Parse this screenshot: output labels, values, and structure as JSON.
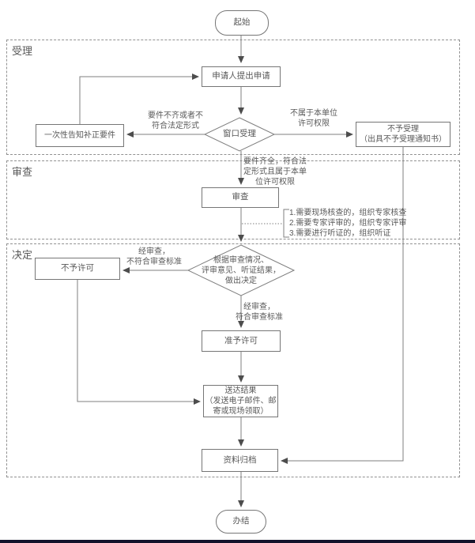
{
  "sections": {
    "accept": {
      "label": "受理"
    },
    "review": {
      "label": "审查"
    },
    "decide": {
      "label": "决定"
    }
  },
  "nodes": {
    "start": "起始",
    "apply": "申请人提出申请",
    "window_accept": "窗口受理",
    "notify_correction": "一次性告知补正要件",
    "reject_accept": "不予受理\n（出具不予受理通知书）",
    "review": "审查",
    "decide": "根据审查情况、\n评审意见、听证结果，\n做出决定",
    "deny": "不予许可",
    "grant": "准予许可",
    "deliver": "送达结果\n（发送电子邮件、邮\n寄或现场领取）",
    "archive": "资料归档",
    "end": "办结"
  },
  "edge_labels": {
    "incomplete": "要件不齐或者不\n符合法定形式",
    "not_authority": "不属于本单位\n许可权限",
    "complete": "要件齐全，符合法\n定形式且属于本单\n位许可权限",
    "review_note": "1.需要现场核查的，组织专家核查\n2.需要专家评审的，组织专家评审\n3.需要进行听证的，组织听证",
    "fail": "经审查，\n不符合审查标准",
    "pass": "经审查，\n符合审查标准"
  },
  "colors": {
    "line": "#7f7f7f",
    "arrow": "#4d4d4d",
    "text": "#595959",
    "section_border": "#919191",
    "bottom_bar": "#12122b"
  }
}
